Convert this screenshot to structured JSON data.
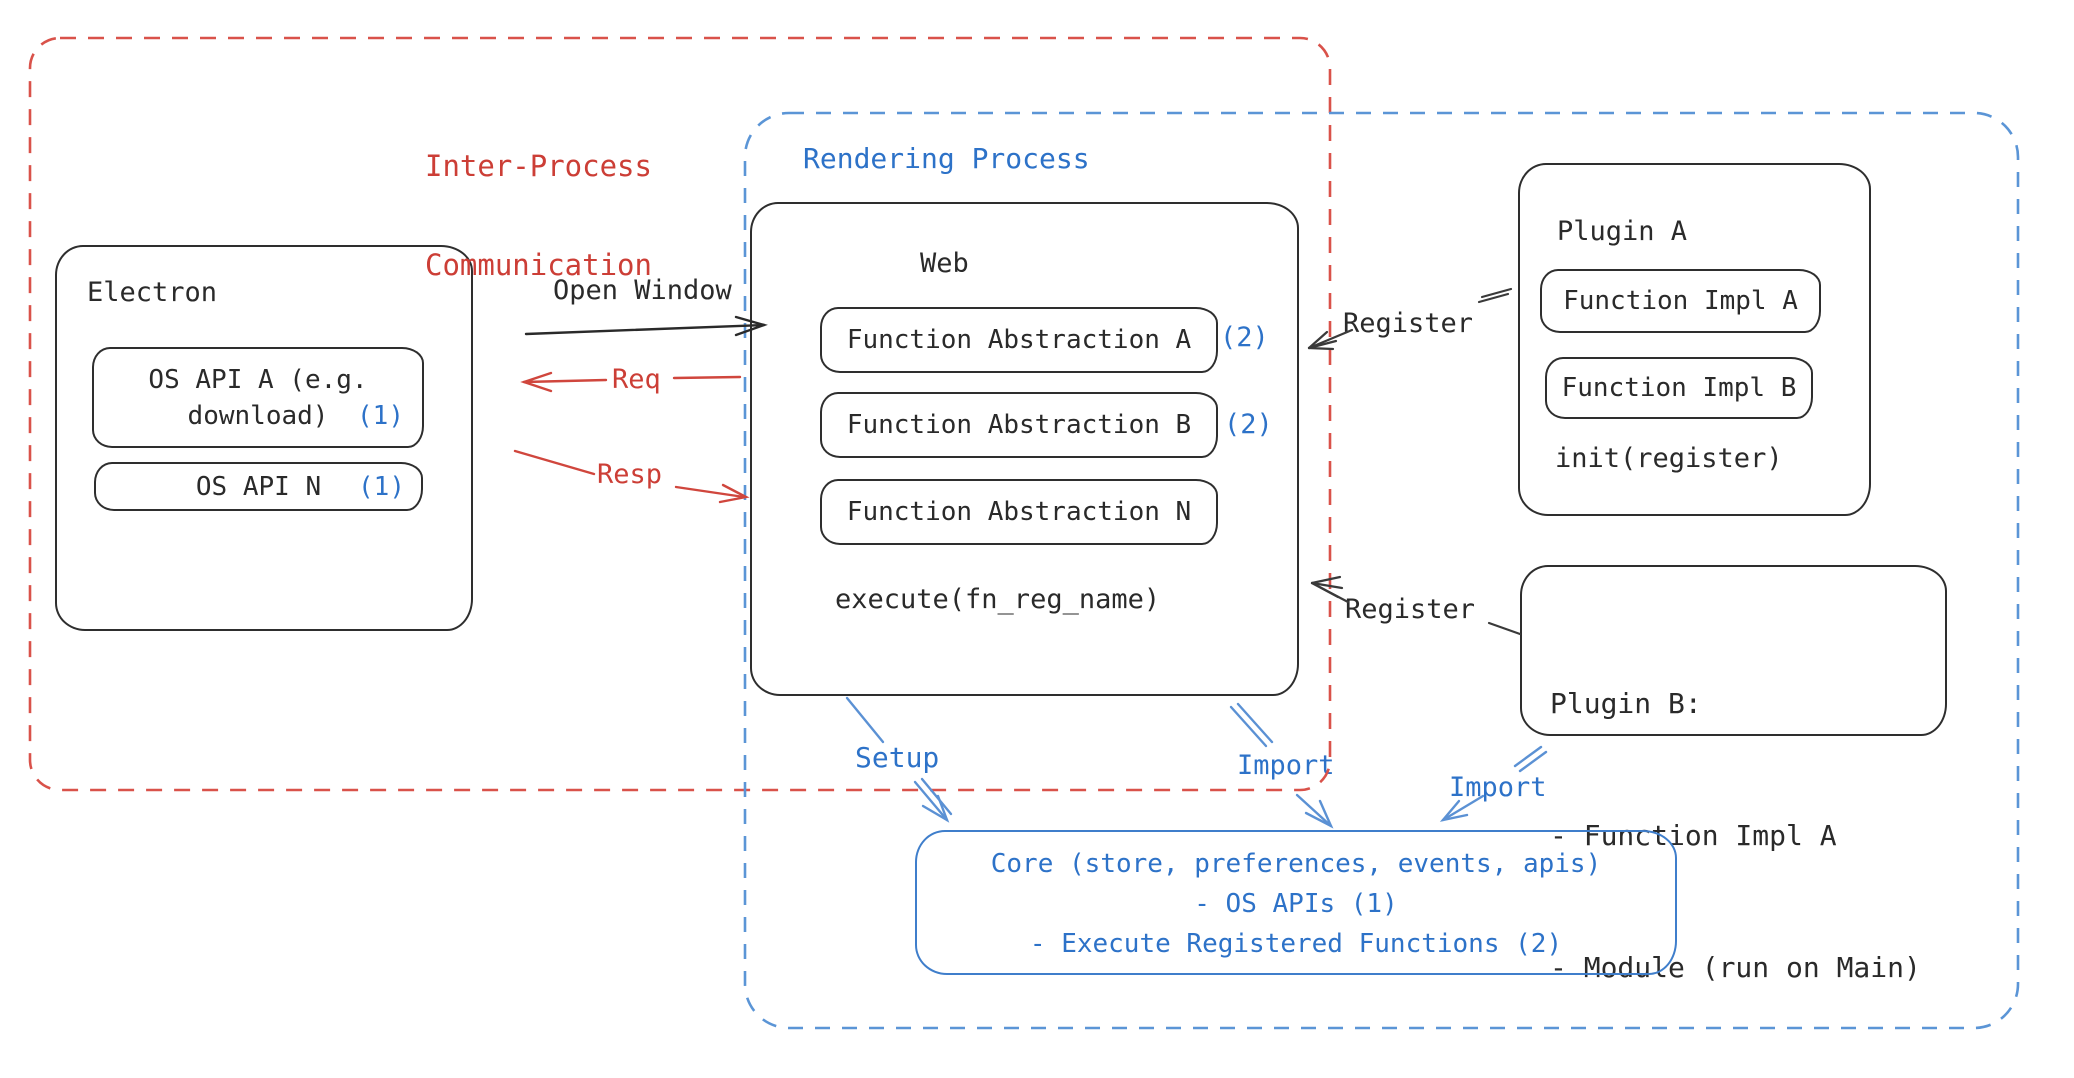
{
  "diagram": {
    "ipc": {
      "label_line1": "Inter-Process",
      "label_line2": "Communication"
    },
    "rendering": {
      "label": "Rendering Process"
    },
    "electron": {
      "title": "Electron",
      "api_a_line1": "OS API A (e.g.",
      "api_a_line2": "download)",
      "api_a_badge": "(1)",
      "api_n_label": "OS API N",
      "api_n_badge": "(1)"
    },
    "web": {
      "title": "Web",
      "items": [
        {
          "label": "Function Abstraction A",
          "badge": "(2)"
        },
        {
          "label": "Function Abstraction B",
          "badge": "(2)"
        },
        {
          "label": "Function Abstraction N",
          "badge": ""
        }
      ],
      "execute_label": "execute(fn_reg_name)"
    },
    "plugin_a": {
      "title": "Plugin A",
      "impl_a": "Function Impl A",
      "impl_b": "Function Impl B",
      "init_label": "init(register)"
    },
    "plugin_b": {
      "line1": "Plugin B:",
      "line2": "- Function Impl A",
      "line3": "- Module (run on Main)"
    },
    "core": {
      "line1": "Core (store, preferences, events, apis)",
      "line2": "- OS APIs (1)",
      "line3": "- Execute Registered Functions (2)"
    },
    "arrows": {
      "open_window": "Open Window",
      "req": "Req",
      "resp": "Resp",
      "register_top": "Register",
      "register_bottom": "Register",
      "setup": "Setup",
      "import_left": "Import",
      "import_right": "Import"
    },
    "colors": {
      "red_text": "#cc3e36",
      "red_dash": "#d9524a",
      "blue_text": "#2d72c8",
      "blue_dash": "#5b95d6",
      "black": "#2a2a2a"
    }
  }
}
